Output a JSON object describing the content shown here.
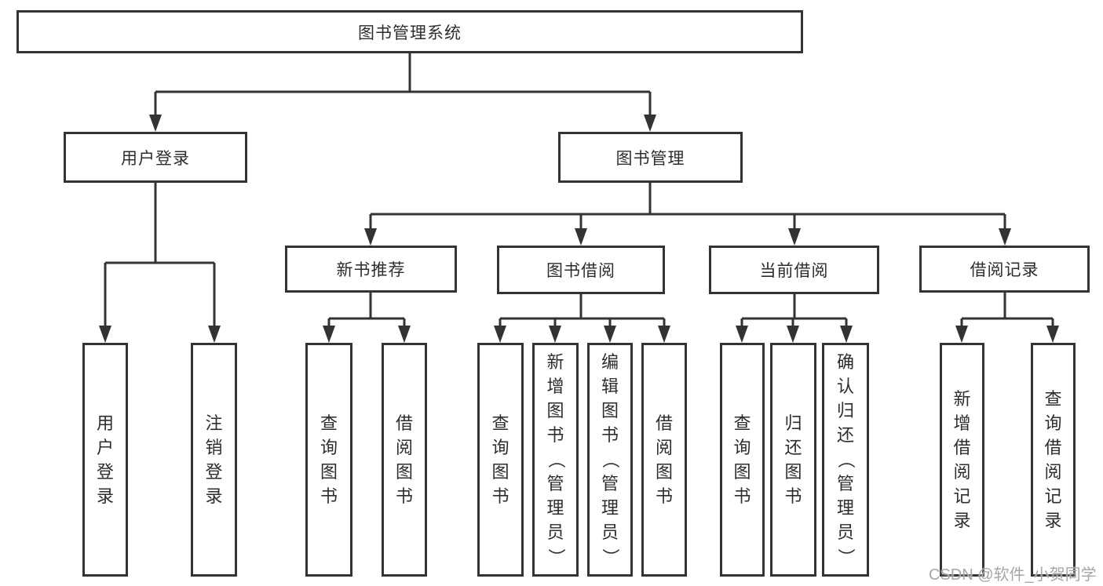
{
  "diagram": {
    "title": "图书管理系统",
    "root": {
      "label": "图书管理系统"
    },
    "level2": [
      {
        "label": "用户登录"
      },
      {
        "label": "图书管理"
      }
    ],
    "level3": [
      {
        "label": "新书推荐",
        "parent": "图书管理"
      },
      {
        "label": "图书借阅",
        "parent": "图书管理"
      },
      {
        "label": "当前借阅",
        "parent": "图书管理"
      },
      {
        "label": "借阅记录",
        "parent": "图书管理"
      }
    ],
    "leaves": [
      {
        "label": "用户登录",
        "parent": "用户登录"
      },
      {
        "label": "注销登录",
        "parent": "用户登录"
      },
      {
        "label": "查询图书",
        "parent": "新书推荐"
      },
      {
        "label": "借阅图书",
        "parent": "新书推荐"
      },
      {
        "label": "查询图书",
        "parent": "图书借阅"
      },
      {
        "label": "新增图书（管理员）",
        "parent": "图书借阅"
      },
      {
        "label": "编辑图书（管理员）",
        "parent": "图书借阅"
      },
      {
        "label": "借阅图书",
        "parent": "图书借阅"
      },
      {
        "label": "查询图书",
        "parent": "当前借阅"
      },
      {
        "label": "归还图书",
        "parent": "当前借阅"
      },
      {
        "label": "确认归还（管理员）",
        "parent": "当前借阅"
      },
      {
        "label": "新增借阅记录",
        "parent": "借阅记录"
      },
      {
        "label": "查询借阅记录",
        "parent": "借阅记录"
      }
    ]
  },
  "watermark": {
    "text": "CSDN @软件_小贺同学"
  },
  "colors": {
    "line": "#333333",
    "text": "#2d2d2d",
    "background": "#ffffff",
    "watermark": "#a6a6a6"
  }
}
